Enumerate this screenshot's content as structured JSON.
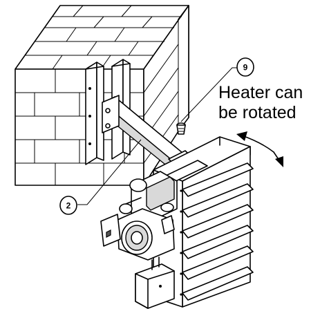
{
  "caption": {
    "line1": "Heater can",
    "line2": "be rotated"
  },
  "callouts": [
    {
      "label": "9"
    },
    {
      "label": "2"
    }
  ]
}
